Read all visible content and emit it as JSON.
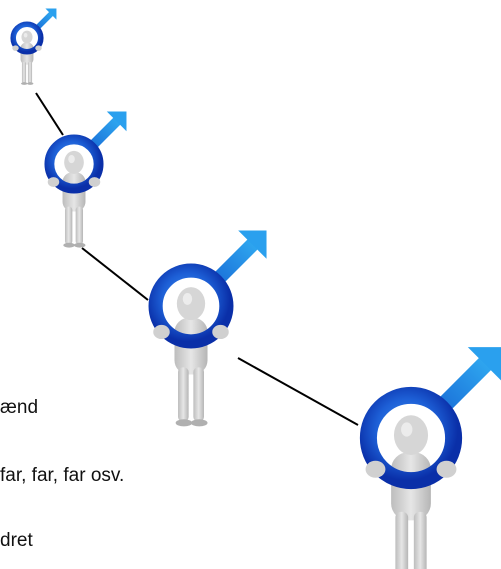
{
  "captions": [
    "ænd",
    "far, far, far osv.",
    "dret"
  ],
  "colors": {
    "ring_dark": "#0b36b8",
    "ring_light": "#2a7ae6",
    "arrow": "#1e90e8",
    "figure": "#cfcfcf",
    "line": "#000000"
  },
  "icons": [
    "male-symbol-figure-icon"
  ]
}
